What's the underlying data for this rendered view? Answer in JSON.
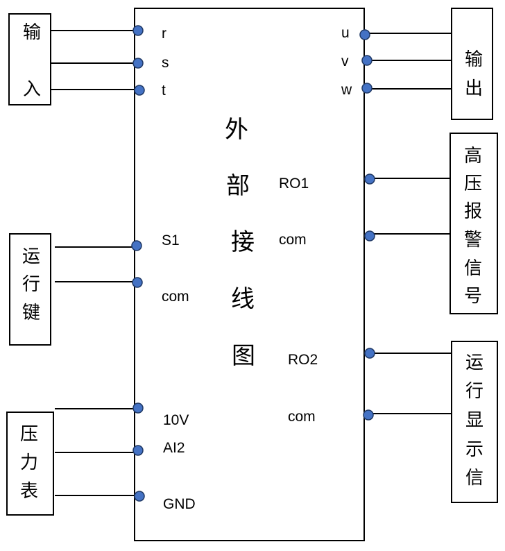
{
  "title_chars": [
    "外",
    "部",
    "接",
    "线",
    "图"
  ],
  "left_terminals": [
    "r",
    "s",
    "t",
    "S1",
    "com",
    "10V",
    "AI2",
    "GND"
  ],
  "right_terminals": [
    "u",
    "v",
    "w",
    "RO1",
    "com",
    "RO2",
    "com"
  ],
  "boxes": {
    "input": [
      "输",
      "入"
    ],
    "run_key": [
      "运",
      "行",
      "键"
    ],
    "pressure_gauge": [
      "压",
      "力",
      "表"
    ],
    "output": [
      "输",
      "出"
    ],
    "high_pressure_alarm": [
      "高",
      "压",
      "报",
      "警",
      "信",
      "号"
    ],
    "run_display": [
      "运",
      "行",
      "显",
      "示",
      "信"
    ]
  },
  "colors": {
    "terminal": "#4472C4",
    "terminal_outline": "#1F3864",
    "line": "#000000"
  }
}
